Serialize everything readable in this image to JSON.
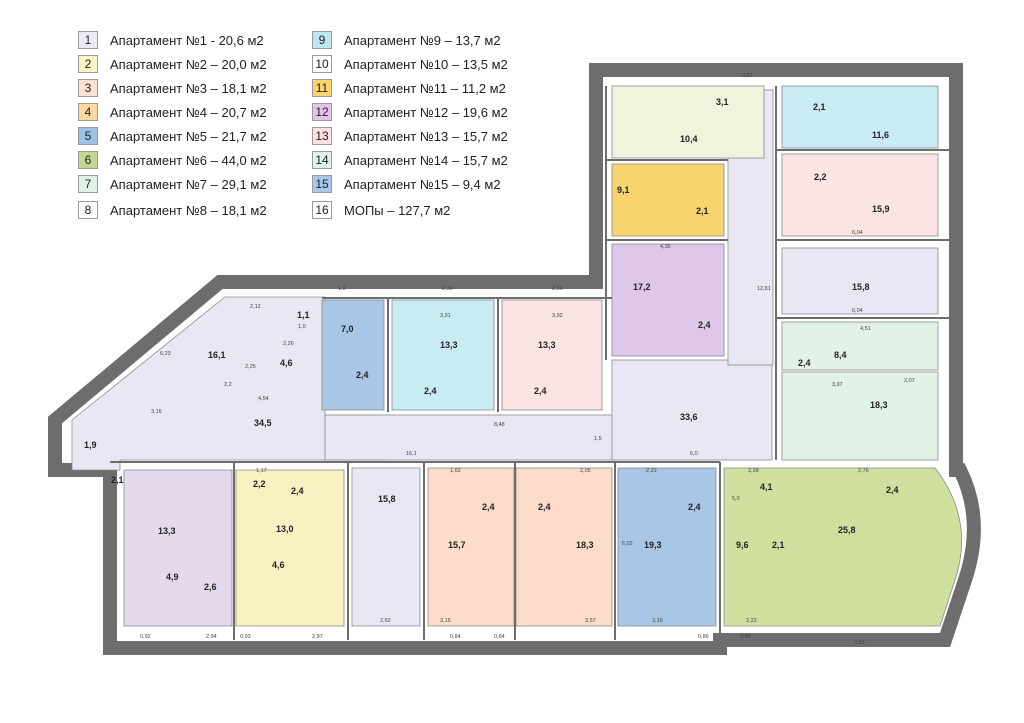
{
  "legend": {
    "items": [
      {
        "num": "1",
        "label": "Апартамент №1 - 20,6 м2",
        "color": "#ecebf5"
      },
      {
        "num": "2",
        "label": "Апартамент №2 – 20,0 м2",
        "color": "#fbf3c7"
      },
      {
        "num": "3",
        "label": "Апартамент №3 – 18,1 м2",
        "color": "#fde2cf"
      },
      {
        "num": "4",
        "label": "Апартамент №4 – 20,7 м2",
        "color": "#fbd9a0"
      },
      {
        "num": "5",
        "label": "Апартамент №5 – 21,7 м2",
        "color": "#9ec2e4"
      },
      {
        "num": "6",
        "label": "Апартамент №6 – 44,0 м2",
        "color": "#c4d98f"
      },
      {
        "num": "7",
        "label": "Апартамент №7 – 29,1 м2",
        "color": "#e0f2e6"
      },
      {
        "num": "8",
        "label": "Апартамент №8 – 18,1 м2",
        "color": "#ffffff"
      },
      {
        "num": "9",
        "label": "Апартамент №9 – 13,7 м2",
        "color": "#bfe7ef"
      },
      {
        "num": "10",
        "label": "Апартамент №10 – 13,5 м2",
        "color": "#ffffff"
      },
      {
        "num": "11",
        "label": "Апартамент №11 – 11,2 м2",
        "color": "#f9d56b"
      },
      {
        "num": "12",
        "label": "Апартамент №12 – 19,6 м2",
        "color": "#e3c3e6"
      },
      {
        "num": "13",
        "label": "Апартамент №13 – 15,7 м2",
        "color": "#fbe1e1"
      },
      {
        "num": "14",
        "label": "Апартамент №14 – 15,7 м2",
        "color": "#dff3ea"
      },
      {
        "num": "15",
        "label": "Апартамент №15 – 9,4 м2",
        "color": "#a8c7ea"
      },
      {
        "num": "16",
        "label": "МОПы – 127,7 м2",
        "color": "#ffffff"
      }
    ]
  },
  "colors": {
    "wall": "#6d6d6d",
    "corridor": "#e9e7f3",
    "lavender": "#e5d9ee",
    "yellow": "#faf1c3",
    "peach": "#fddcc9",
    "blue": "#a9c6e6",
    "green": "#cfe09f",
    "mint": "#e0f3e6",
    "pink": "#fbe4e4",
    "purple": "#dec7e8",
    "lightblue": "#c9ecf3",
    "gold": "#f8d46e",
    "cream": "#f1f4dd"
  },
  "rooms": [
    {
      "id": "r1",
      "area": "16,1"
    },
    {
      "id": "r2",
      "area": "1,1"
    },
    {
      "id": "r3",
      "area": "4,6"
    },
    {
      "id": "r4",
      "area": "7,0"
    },
    {
      "id": "r5",
      "area": "2,4"
    },
    {
      "id": "r6",
      "area": "13,3"
    },
    {
      "id": "r7",
      "area": "2,4"
    },
    {
      "id": "r8",
      "area": "13,3"
    },
    {
      "id": "r9",
      "area": "2,4"
    },
    {
      "id": "r10",
      "area": "34,5"
    },
    {
      "id": "r11",
      "area": "1,9"
    },
    {
      "id": "r12",
      "area": "2,1"
    },
    {
      "id": "r13",
      "area": "13,3"
    },
    {
      "id": "r14",
      "area": "4,9"
    },
    {
      "id": "r15",
      "area": "2,6"
    },
    {
      "id": "r16",
      "area": "2,2"
    },
    {
      "id": "r17",
      "area": "2,4"
    },
    {
      "id": "r18",
      "area": "13,0"
    },
    {
      "id": "r19",
      "area": "4,6"
    },
    {
      "id": "r20",
      "area": "15,8"
    },
    {
      "id": "r21",
      "area": "2,4"
    },
    {
      "id": "r22",
      "area": "15,7"
    },
    {
      "id": "r23",
      "area": "2,4"
    },
    {
      "id": "r24",
      "area": "18,3"
    },
    {
      "id": "r25",
      "area": "2,4"
    },
    {
      "id": "r26",
      "area": "19,3"
    },
    {
      "id": "r27",
      "area": "4,1"
    },
    {
      "id": "r28",
      "area": "2,4"
    },
    {
      "id": "r29",
      "area": "25,8"
    },
    {
      "id": "r30",
      "area": "9,6"
    },
    {
      "id": "r31",
      "area": "2,1"
    },
    {
      "id": "r32",
      "area": "33,6"
    },
    {
      "id": "r33",
      "area": "18,3"
    },
    {
      "id": "r34",
      "area": "2,4"
    },
    {
      "id": "r35",
      "area": "8,4"
    },
    {
      "id": "r36",
      "area": "15,8"
    },
    {
      "id": "r37",
      "area": "17,2"
    },
    {
      "id": "r38",
      "area": "2,4"
    },
    {
      "id": "r39",
      "area": "9,1"
    },
    {
      "id": "r40",
      "area": "2,1"
    },
    {
      "id": "r41",
      "area": "2,2"
    },
    {
      "id": "r42",
      "area": "15,9"
    },
    {
      "id": "r43",
      "area": "10,4"
    },
    {
      "id": "r44",
      "area": "3,1"
    },
    {
      "id": "r45",
      "area": "2,1"
    },
    {
      "id": "r46",
      "area": "11,6"
    }
  ],
  "dims": [
    "0,82",
    "1,2",
    "2,36",
    "2,36",
    "6,23",
    "2,12",
    "1,0",
    "2,26",
    "2,25",
    "2,2",
    "4,54",
    "3,16",
    "16,1",
    "8,48",
    "6,0",
    "1,5",
    "12,81",
    "4,35",
    "6,04",
    "6,04",
    "4,51",
    "3,97",
    "2,07",
    "1,17",
    "0,92",
    "2,94",
    "0,93",
    "2,97",
    "2,62",
    "0,84",
    "0,84",
    "3,15",
    "3,57",
    "3,16",
    "0,86",
    "0,85",
    "2,22",
    "0,85",
    "1,62",
    "2,05",
    "2,22",
    "2,28",
    "2,76",
    "5,0",
    "6,02",
    "3,92",
    "3,91"
  ]
}
